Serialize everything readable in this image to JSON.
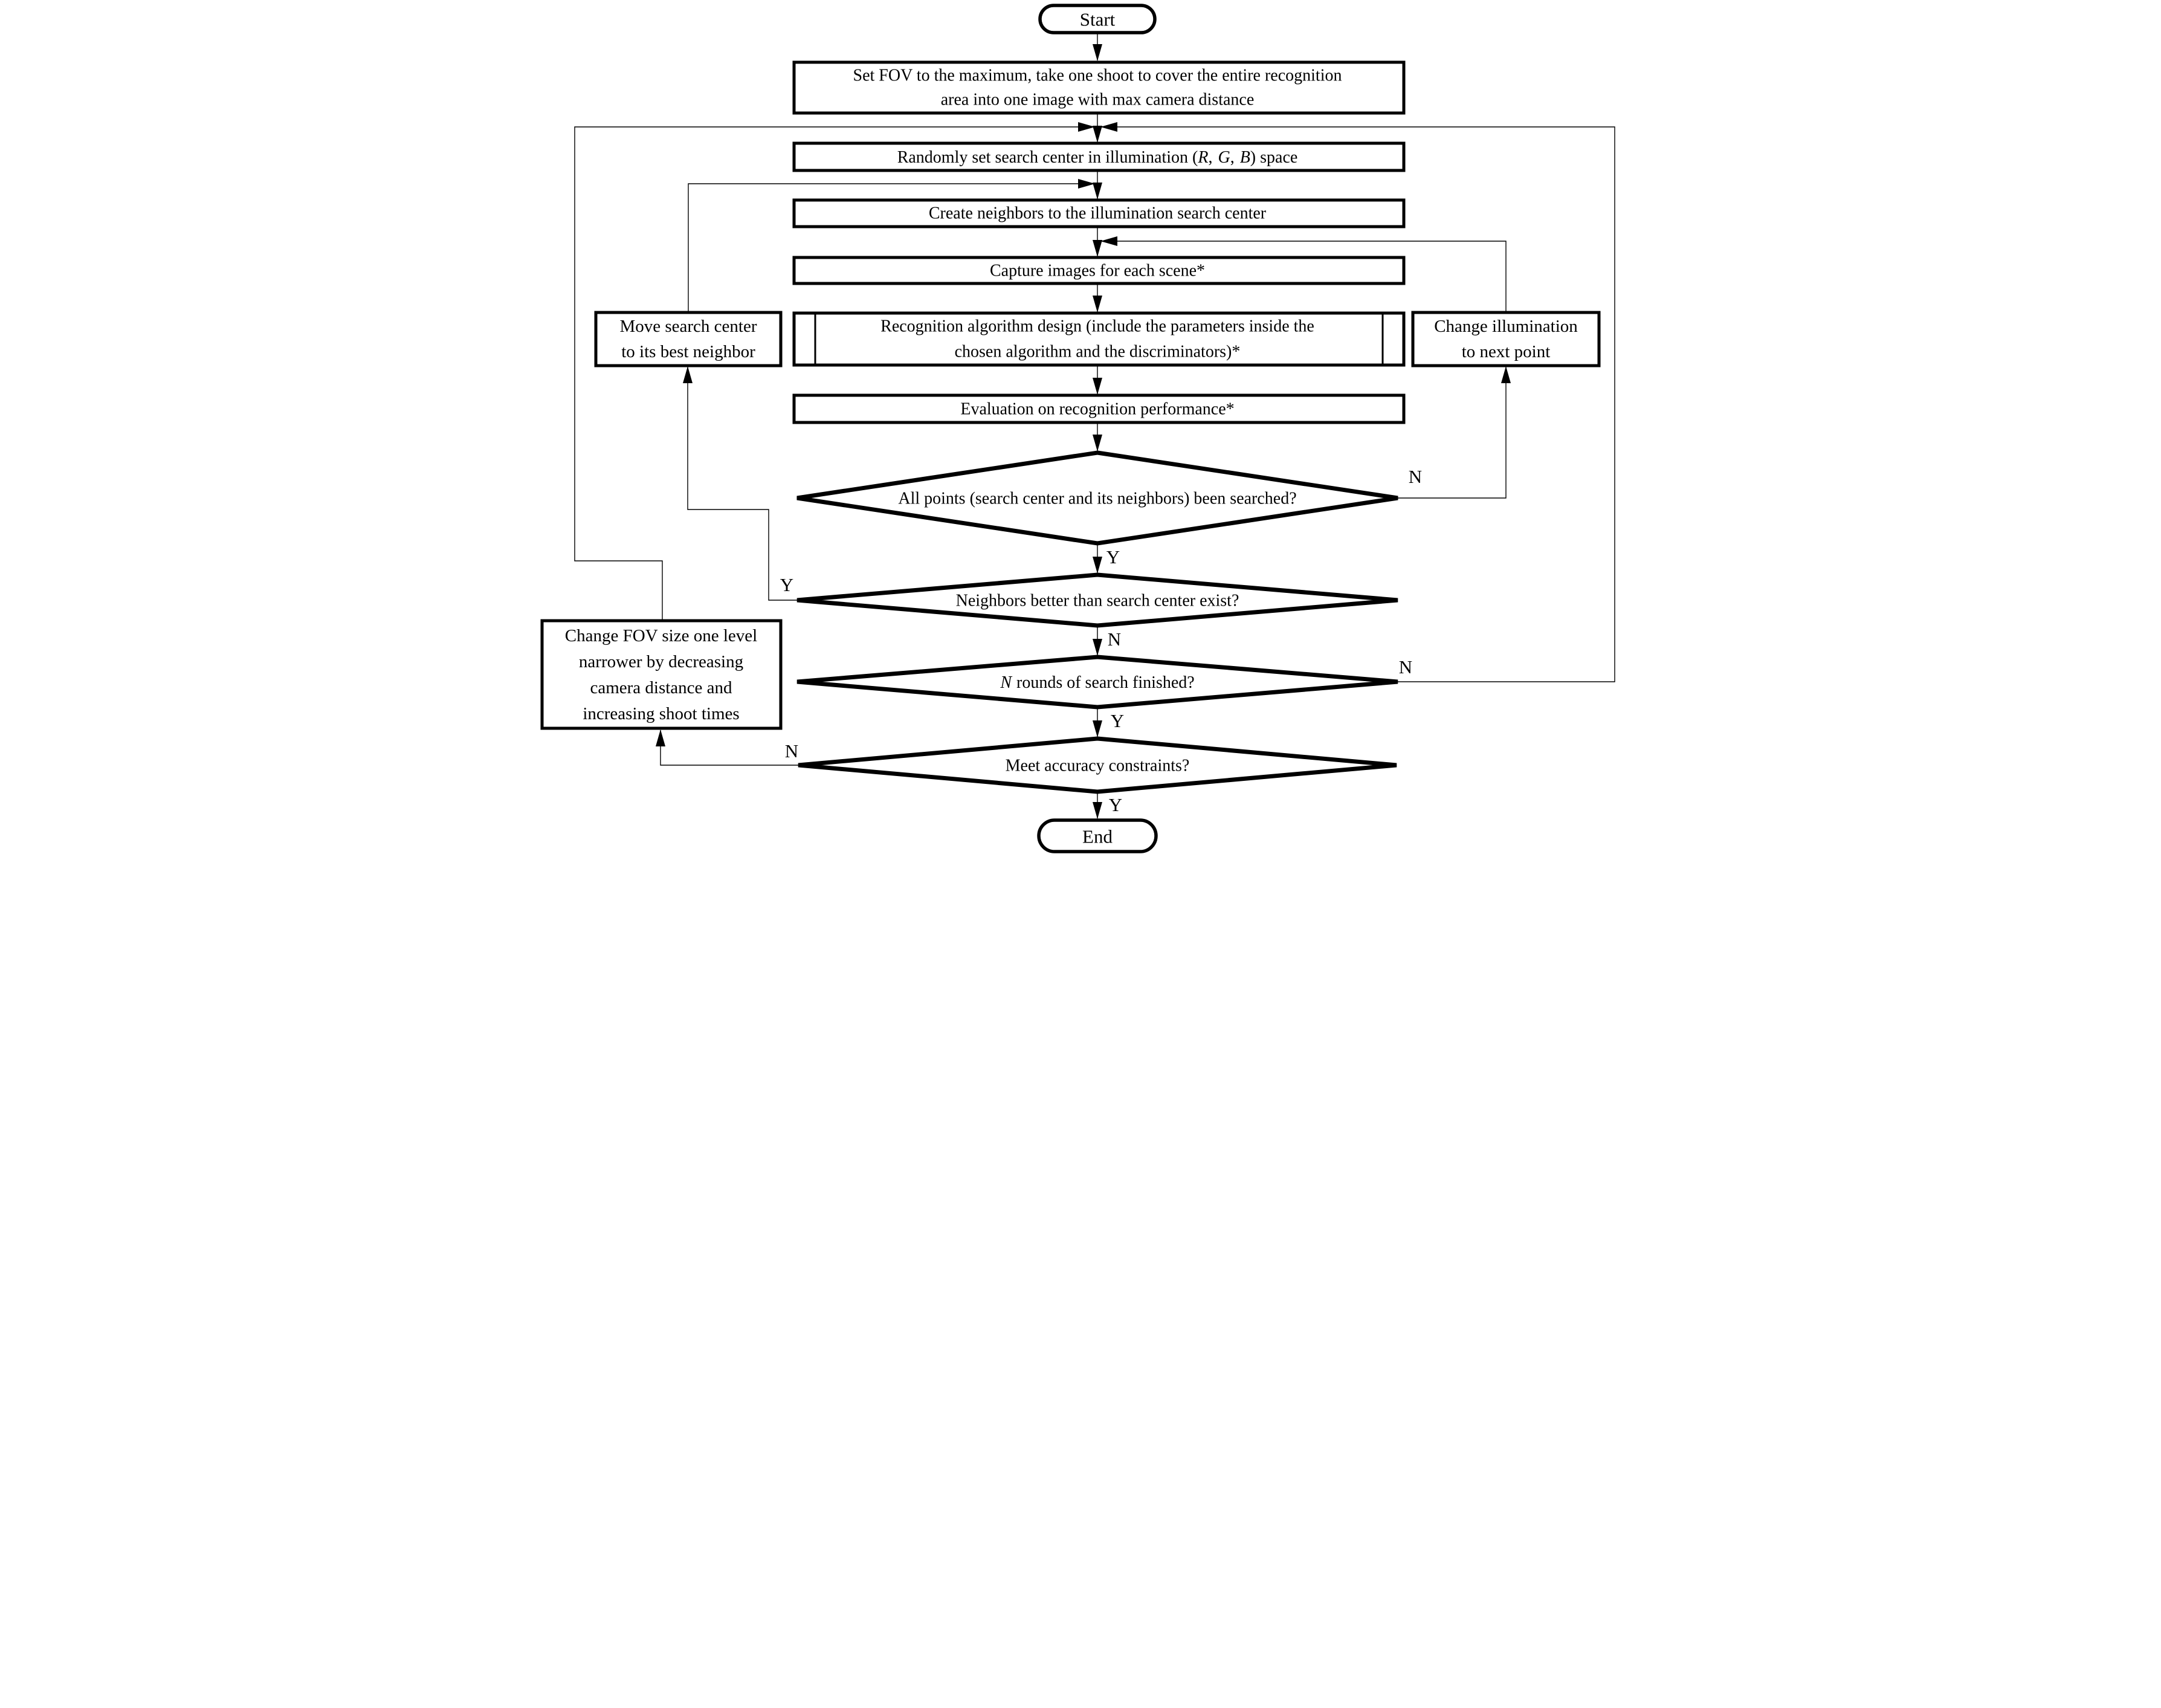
{
  "colors": {
    "ink": "#000000",
    "paper": "#ffffff"
  },
  "nodes": {
    "start": {
      "label": "Start"
    },
    "set_fov": {
      "lines": [
        "Set FOV to the maximum, take one shoot to cover the entire recognition",
        "area into one image with max camera distance"
      ]
    },
    "random_center": {
      "prefix": "Randomly set search center in illumination (",
      "r": "R",
      "comma1": ",",
      "g": "G",
      "comma2": ",",
      "b": "B",
      "suffix": ") space"
    },
    "create_neighbors": {
      "label": "Create neighbors to the illumination search center"
    },
    "capture_images": {
      "label": "Capture images for each scene*"
    },
    "algo_design": {
      "lines": [
        "Recognition algorithm design (include the parameters inside the",
        "chosen algorithm and the discriminators)*"
      ]
    },
    "evaluation": {
      "label": "Evaluation on recognition performance*"
    },
    "all_points": {
      "label": "All points (search center and its neighbors) been searched?"
    },
    "neighbors_better": {
      "label": "Neighbors better than search center exist?"
    },
    "n_rounds": {
      "n": "N",
      "rest": "rounds of search finished?"
    },
    "meet_accuracy": {
      "label": "Meet accuracy constraints?"
    },
    "move_center": {
      "lines": [
        "Move search center",
        "to its best neighbor"
      ]
    },
    "change_illumination": {
      "lines": [
        "Change illumination",
        "to next point"
      ]
    },
    "change_fov": {
      "lines": [
        "Change FOV size one level",
        "narrower by decreasing",
        "camera distance and",
        "increasing shoot times"
      ]
    },
    "end": {
      "label": "End"
    }
  },
  "edge_labels": {
    "all_points_no": "N",
    "all_points_yes": "Y",
    "neighbors_yes": "Y",
    "neighbors_no": "N",
    "n_rounds_no": "N",
    "n_rounds_yes": "Y",
    "meet_accuracy_no": "N",
    "meet_accuracy_yes": "Y"
  }
}
